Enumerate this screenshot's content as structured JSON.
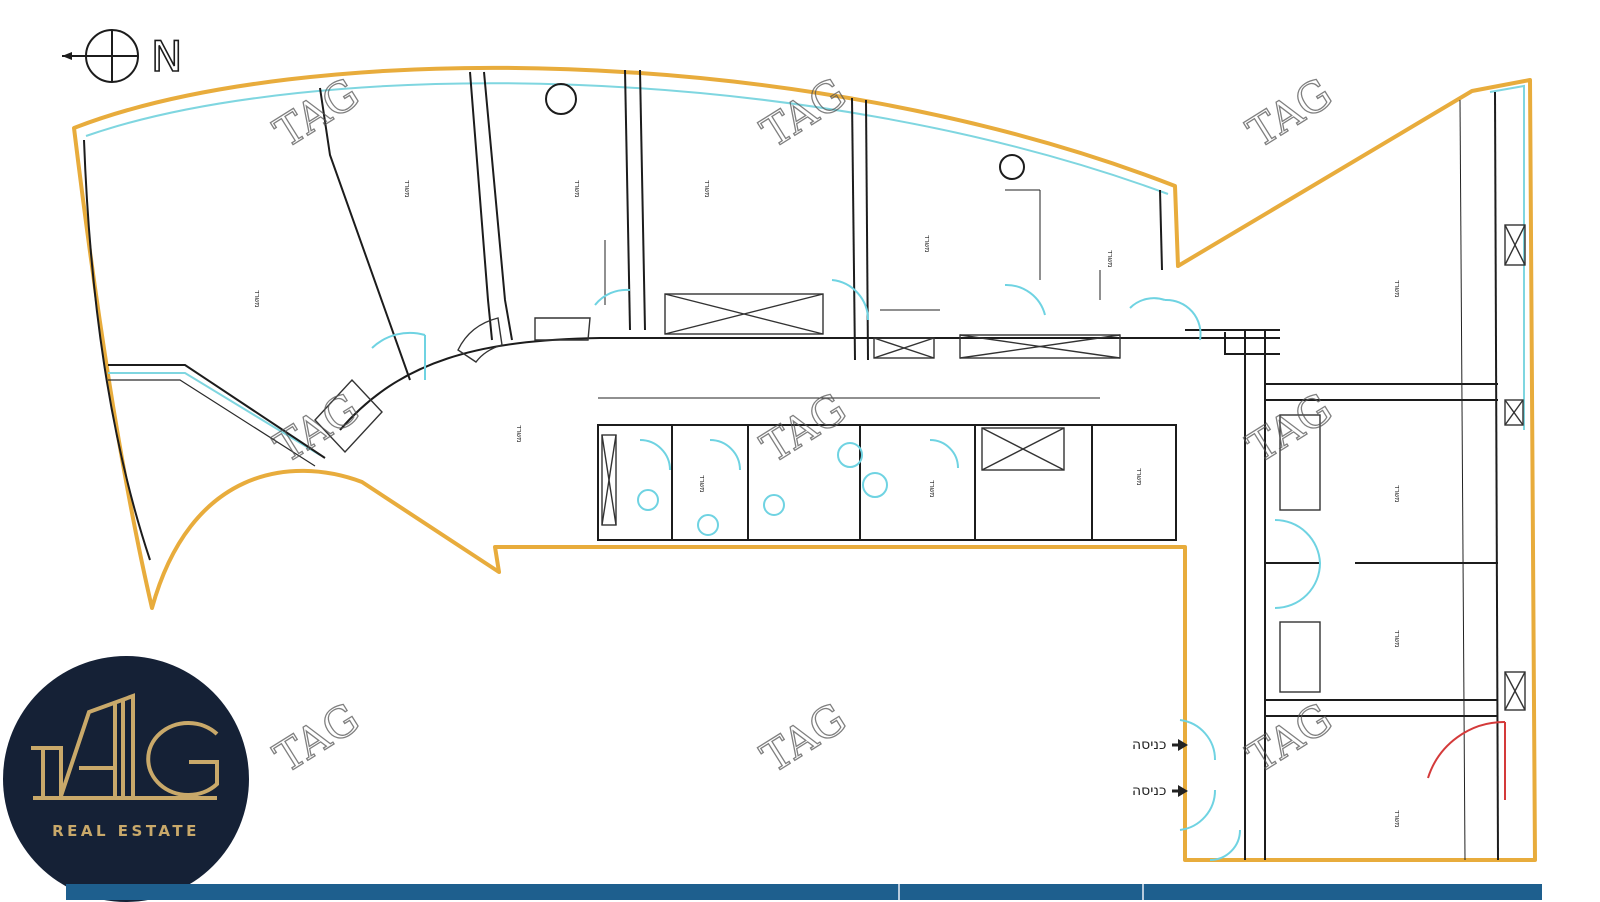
{
  "plan": {
    "north_label": "N",
    "entrances": [
      {
        "label": "כניסה"
      },
      {
        "label": "כניסה"
      }
    ],
    "rooms": [
      {
        "label": "משרד"
      },
      {
        "label": "משרד"
      },
      {
        "label": "משרד"
      },
      {
        "label": "משרד"
      },
      {
        "label": "משרד"
      },
      {
        "label": "משרד"
      },
      {
        "label": "משרד"
      },
      {
        "label": "משרד"
      },
      {
        "label": "משרד"
      },
      {
        "label": "משרד"
      },
      {
        "label": "משרד"
      },
      {
        "label": "משרד"
      },
      {
        "label": "משרד"
      },
      {
        "label": "משרד"
      }
    ],
    "colors": {
      "outline": "#e8ac3c",
      "glazing": "#7fd6e0",
      "doors": "#6fd3e2",
      "fire_door": "#d43a3a",
      "walls": "#1c1c1c"
    }
  },
  "watermark": {
    "text": "TAG",
    "icon": "tag-watermark-icon"
  },
  "logo": {
    "mark": "TAG",
    "tagline": "REAL ESTATE",
    "background": "#152136",
    "accent": "#c9a96a"
  },
  "footer": {
    "color": "#1e5f8e"
  }
}
